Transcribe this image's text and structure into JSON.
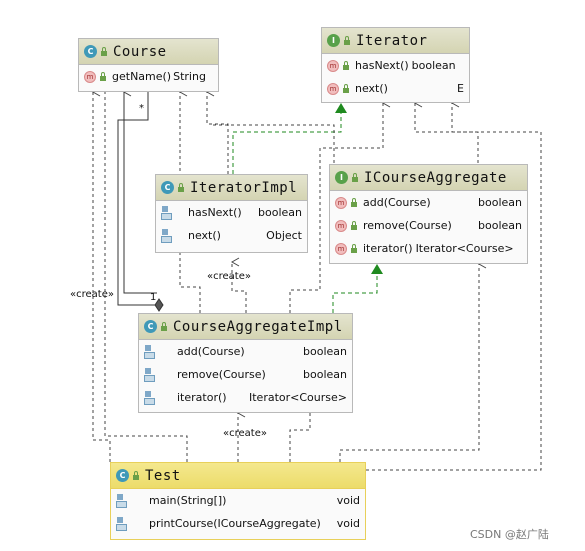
{
  "classes": {
    "course": {
      "kind": "C",
      "name": "Course",
      "methods": [
        {
          "name": "getName()",
          "type": "String"
        }
      ]
    },
    "iterator": {
      "kind": "I",
      "name": "Iterator",
      "methods": [
        {
          "name": "hasNext()",
          "type": "boolean"
        },
        {
          "name": "next()",
          "type": "E"
        }
      ]
    },
    "iteratorImpl": {
      "kind": "C",
      "name": "IteratorImpl",
      "methods": [
        {
          "name": "hasNext()",
          "type": "boolean"
        },
        {
          "name": "next()",
          "type": "Object"
        }
      ]
    },
    "iCourseAggregate": {
      "kind": "I",
      "name": "ICourseAggregate",
      "methods": [
        {
          "name": "add(Course)",
          "type": "boolean"
        },
        {
          "name": "remove(Course)",
          "type": "boolean"
        },
        {
          "name": "iterator()",
          "type": "Iterator<Course>"
        }
      ]
    },
    "courseAggregateImpl": {
      "kind": "C",
      "name": "CourseAggregateImpl",
      "methods": [
        {
          "name": "add(Course)",
          "type": "boolean"
        },
        {
          "name": "remove(Course)",
          "type": "boolean"
        },
        {
          "name": "iterator()",
          "type": "Iterator<Course>"
        }
      ]
    },
    "test": {
      "kind": "C",
      "name": "Test",
      "methods": [
        {
          "name": "main(String[])",
          "type": "void"
        },
        {
          "name": "printCourse(ICourseAggregate)",
          "type": "void"
        }
      ]
    }
  },
  "labels": {
    "create1": "«create»",
    "create2": "«create»",
    "create3": "«create»",
    "mult_many": "*",
    "mult_one": "1"
  },
  "watermark": "CSDN @赵广陆",
  "colors": {
    "header": "#d8d8b6",
    "test_header": "#efe07a",
    "border": "#b9b9b9",
    "dependency_line": "#444444",
    "realization_line": "#1f8a1f"
  }
}
